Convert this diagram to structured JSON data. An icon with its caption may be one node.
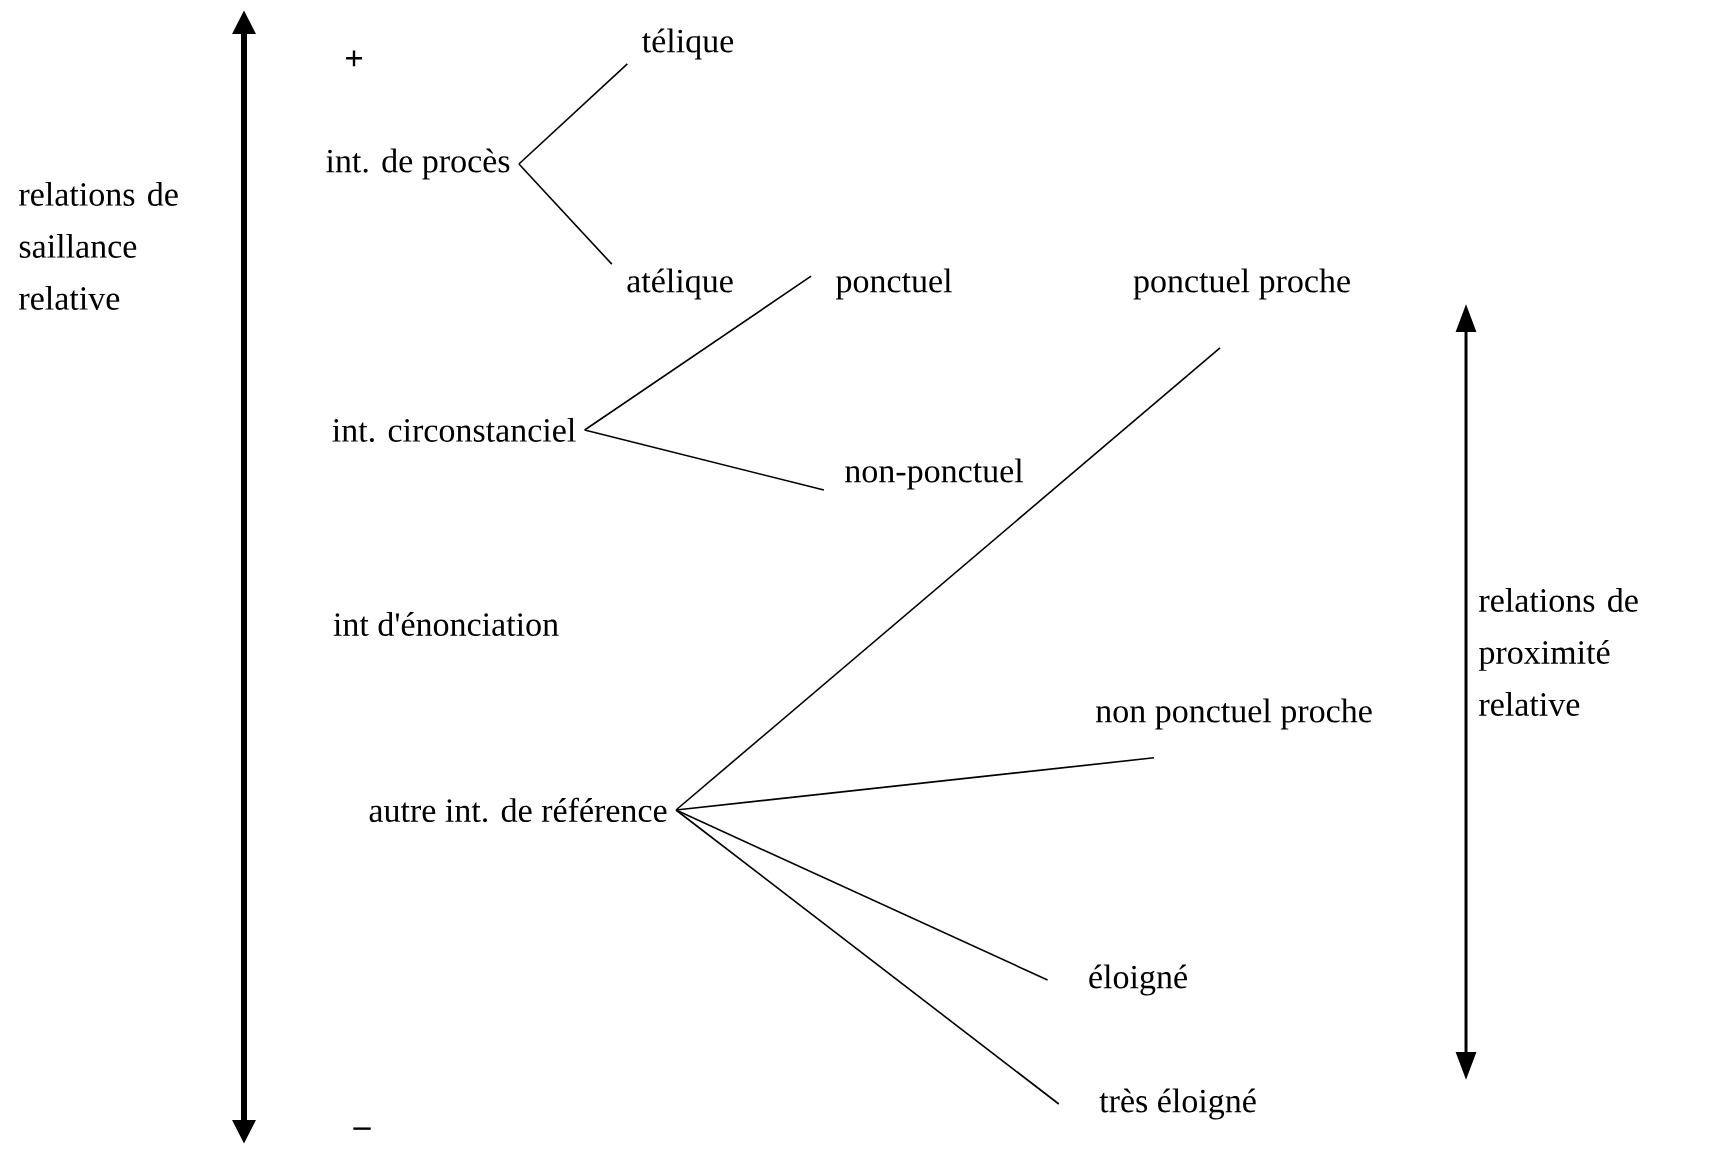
{
  "diagram": {
    "nodes": [
      {
        "text": [
          "int. de procès"
        ]
      },
      {
        "text": [
          "télique"
        ]
      },
      {
        "text": [
          "atélique"
        ]
      },
      {
        "text": [
          "int. circonstanciel"
        ]
      },
      {
        "text": [
          "ponctuel"
        ]
      },
      {
        "text": [
          "non-ponctuel"
        ]
      },
      {
        "text": [
          "int d'énonciation"
        ]
      },
      {
        "text": [
          "autre int. de référence"
        ]
      },
      {
        "text": [
          "ponctuel proche"
        ]
      },
      {
        "text": [
          "non ponctuel proche"
        ]
      },
      {
        "text": [
          "éloigné"
        ]
      },
      {
        "text": [
          "très éloigné"
        ]
      }
    ],
    "edges": [
      {
        "from": 0,
        "to": 1,
        "arrow": "none"
      },
      {
        "from": 0,
        "to": 2,
        "arrow": "none"
      },
      {
        "from": 3,
        "to": 4,
        "arrow": "none"
      },
      {
        "from": 3,
        "to": 5,
        "arrow": "none"
      },
      {
        "from": 7,
        "to": 8,
        "arrow": "none"
      },
      {
        "from": 7,
        "to": 9,
        "arrow": "none"
      },
      {
        "from": 7,
        "to": 10,
        "arrow": "none"
      },
      {
        "from": 7,
        "to": 11,
        "arrow": "none"
      }
    ],
    "labels": [
      "+",
      "relations de saillance relative",
      "relations de proximité relative",
      "–"
    ]
  }
}
